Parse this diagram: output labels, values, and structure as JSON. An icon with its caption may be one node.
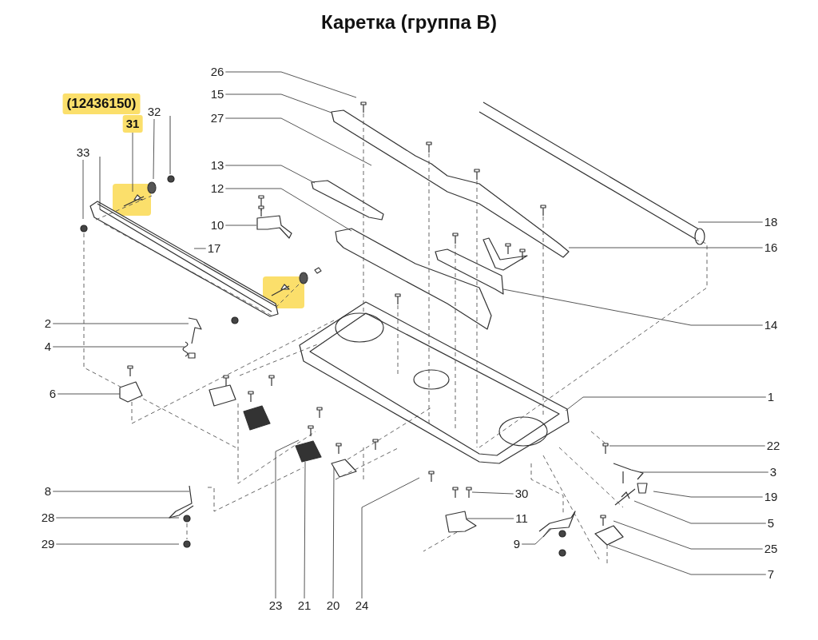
{
  "diagram": {
    "title": "Каретка (группа B)",
    "nodes": [
      {
        "text": [
          "26"
        ]
      },
      {
        "text": [
          "15"
        ]
      },
      {
        "text": [
          "32"
        ]
      },
      {
        "text": [
          "31"
        ]
      },
      {
        "text": [
          "27"
        ]
      },
      {
        "text": [
          "33"
        ]
      },
      {
        "text": [
          "13"
        ]
      },
      {
        "text": [
          "12"
        ]
      },
      {
        "text": [
          "10"
        ]
      },
      {
        "text": [
          "18"
        ]
      },
      {
        "text": [
          "17"
        ]
      },
      {
        "text": [
          "16"
        ]
      },
      {
        "text": [
          "2"
        ]
      },
      {
        "text": [
          "14"
        ]
      },
      {
        "text": [
          "4"
        ]
      },
      {
        "text": [
          "6"
        ]
      },
      {
        "text": [
          "1"
        ]
      },
      {
        "text": [
          "22"
        ]
      },
      {
        "text": [
          "3"
        ]
      },
      {
        "text": [
          "8"
        ]
      },
      {
        "text": [
          "30"
        ]
      },
      {
        "text": [
          "19"
        ]
      },
      {
        "text": [
          "28"
        ]
      },
      {
        "text": [
          "11"
        ]
      },
      {
        "text": [
          "5"
        ]
      },
      {
        "text": [
          "9"
        ]
      },
      {
        "text": [
          "29"
        ]
      },
      {
        "text": [
          "25"
        ]
      },
      {
        "text": [
          "7"
        ]
      },
      {
        "text": [
          "23"
        ]
      },
      {
        "text": [
          "21"
        ]
      },
      {
        "text": [
          "20"
        ]
      },
      {
        "text": [
          "24"
        ]
      }
    ],
    "edges": [
      {
        "from": 0,
        "to": null,
        "arrow": "none"
      },
      {
        "from": 1,
        "to": null,
        "arrow": "none"
      },
      {
        "from": 2,
        "to": null,
        "arrow": "none"
      },
      {
        "from": 3,
        "to": null,
        "arrow": "none"
      },
      {
        "from": 4,
        "to": null,
        "arrow": "none"
      },
      {
        "from": 5,
        "to": null,
        "arrow": "none"
      },
      {
        "from": 6,
        "to": null,
        "arrow": "none"
      },
      {
        "from": 7,
        "to": null,
        "arrow": "none"
      },
      {
        "from": 8,
        "to": null,
        "arrow": "none"
      },
      {
        "from": 9,
        "to": null,
        "arrow": "none"
      },
      {
        "from": 10,
        "to": null,
        "arrow": "none"
      },
      {
        "from": 11,
        "to": null,
        "arrow": "none"
      },
      {
        "from": 12,
        "to": null,
        "arrow": "none"
      },
      {
        "from": 13,
        "to": null,
        "arrow": "none"
      },
      {
        "from": 14,
        "to": null,
        "arrow": "none"
      },
      {
        "from": 15,
        "to": null,
        "arrow": "none"
      },
      {
        "from": 16,
        "to": null,
        "arrow": "none"
      },
      {
        "from": 17,
        "to": null,
        "arrow": "none"
      },
      {
        "from": 18,
        "to": null,
        "arrow": "none"
      },
      {
        "from": 19,
        "to": null,
        "arrow": "none"
      },
      {
        "from": 20,
        "to": null,
        "arrow": "none"
      },
      {
        "from": 21,
        "to": null,
        "arrow": "none"
      },
      {
        "from": 22,
        "to": null,
        "arrow": "none"
      },
      {
        "from": 23,
        "to": null,
        "arrow": "none"
      },
      {
        "from": 24,
        "to": null,
        "arrow": "none"
      },
      {
        "from": 25,
        "to": null,
        "arrow": "none"
      },
      {
        "from": 26,
        "to": null,
        "arrow": "none"
      },
      {
        "from": 27,
        "to": null,
        "arrow": "none"
      },
      {
        "from": 28,
        "to": null,
        "arrow": "none"
      },
      {
        "from": 29,
        "to": null,
        "arrow": "none"
      },
      {
        "from": 30,
        "to": null,
        "arrow": "none"
      },
      {
        "from": 31,
        "to": null,
        "arrow": "none"
      },
      {
        "from": 32,
        "to": null,
        "arrow": "none"
      }
    ],
    "labels": [
      "(12436150)"
    ]
  }
}
